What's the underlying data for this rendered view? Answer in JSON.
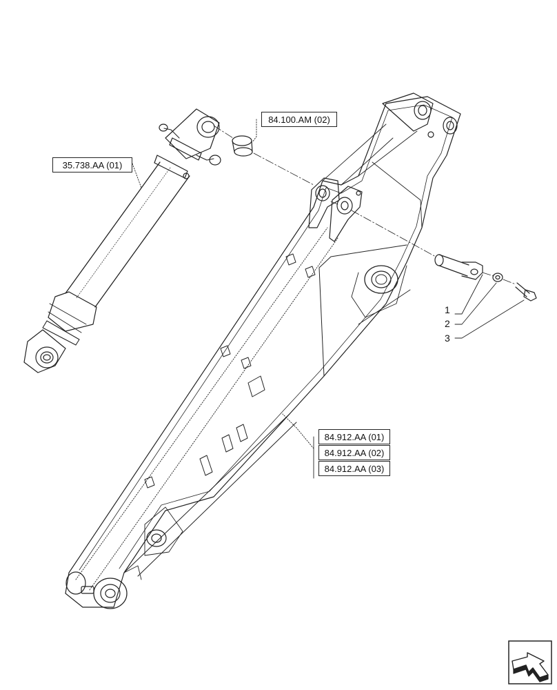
{
  "refs": {
    "cylinder": "35.738.AA (01)",
    "bushing": "84.100.AM (02)",
    "boom_1": "84.912.AA (01)",
    "boom_2": "84.912.AA (02)",
    "boom_3": "84.912.AA (03)"
  },
  "callouts": [
    "1",
    "2",
    "3"
  ],
  "icons": {
    "navigation": "next-page-arrow-icon"
  }
}
